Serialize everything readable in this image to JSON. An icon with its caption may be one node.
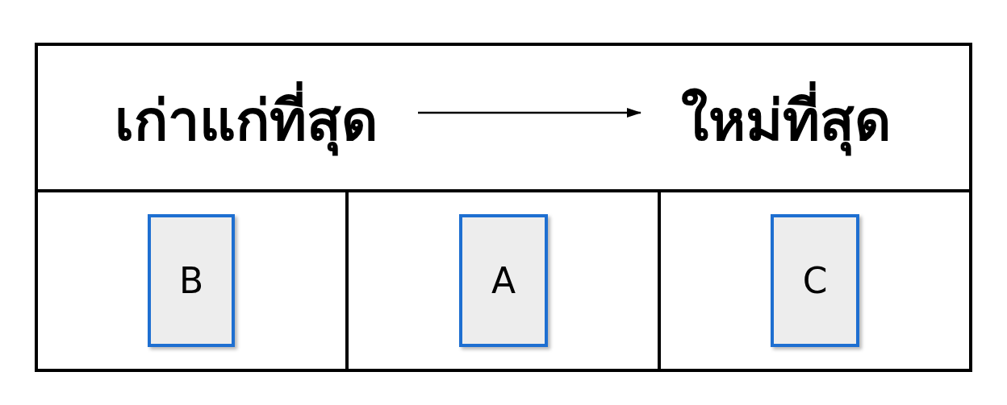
{
  "diagram": {
    "nodes": [
      {
        "text": [
          "เก่าแก่ที่สุด"
        ]
      },
      {
        "text": [
          "ใหม่ที่สุด"
        ]
      },
      {
        "text": [
          "B"
        ]
      },
      {
        "text": [
          "A"
        ]
      },
      {
        "text": [
          "C"
        ]
      }
    ],
    "edges": [
      {
        "from": 0,
        "to": 1,
        "arrow": "to"
      }
    ]
  }
}
